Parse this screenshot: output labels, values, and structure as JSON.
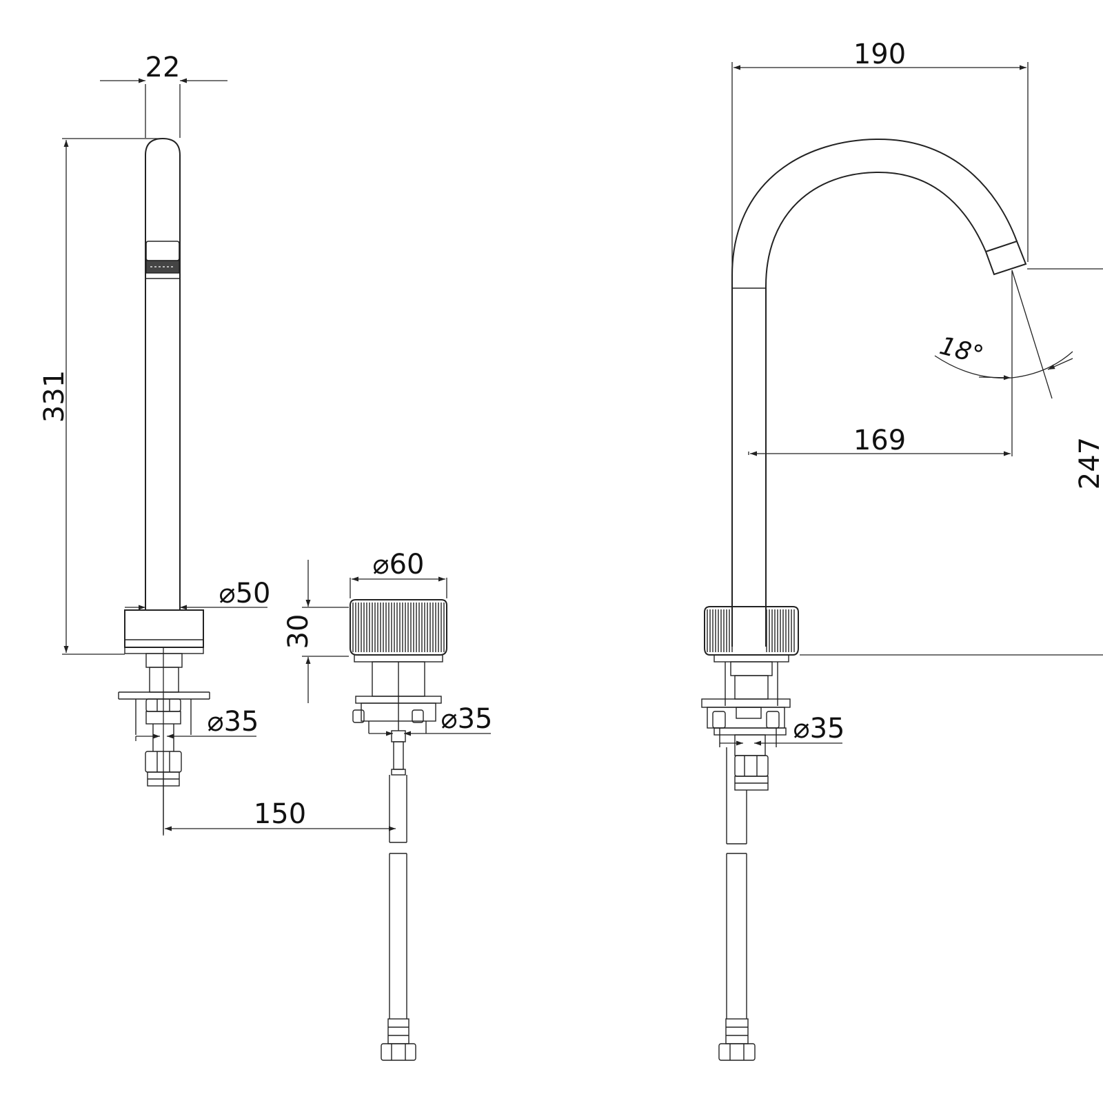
{
  "drawing": {
    "type": "technical-drawing",
    "subject": "three-hole deck-mounted tap",
    "views": [
      "spout-side-view",
      "handle-view",
      "spout-front-view"
    ]
  },
  "dimensions": {
    "spout_width": "22",
    "spout_height": "331",
    "spout_base_dia": "⌀50",
    "spout_shank_dia": "⌀35",
    "handle_dia": "⌀60",
    "handle_height": "30",
    "handle_shank_dia": "⌀35",
    "center_distance": "150",
    "spout_reach": "190",
    "outlet_reach": "169",
    "outlet_angle": "18°",
    "outlet_height": "247",
    "front_shank_dia": "⌀35"
  }
}
